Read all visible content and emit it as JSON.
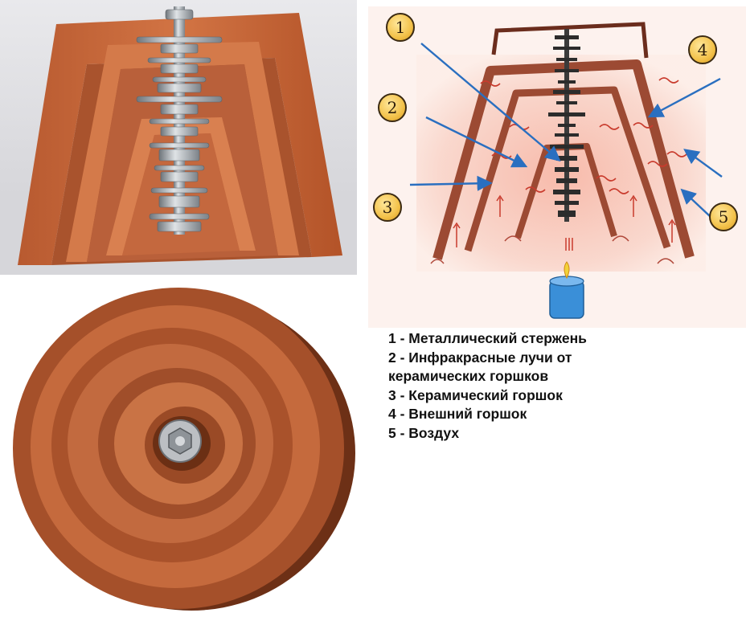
{
  "figure": {
    "photos": [
      {
        "name": "cross-section-photo",
        "subject": "terracotta pots cut in half with threaded rod, nuts and washers"
      },
      {
        "name": "top-view-photo",
        "subject": "nested terracotta pots seen from above with bolt in centre"
      }
    ],
    "diagram": {
      "markers": [
        "1",
        "2",
        "3",
        "4",
        "5"
      ]
    },
    "legend": [
      "1 - Металлический стержень",
      "2 - Инфракрасные лучи от",
      "керамических горшков",
      "3 - Керамический горшок",
      "4 - Внешний горшок",
      "5 - Воздух"
    ]
  },
  "colors": {
    "terracotta": "#c8683a",
    "terracotta_dark": "#9a4a24",
    "diagram_pot": "#9c4a33",
    "diagram_glow": "#f6c6b8",
    "arrow_blue": "#2a6fc0",
    "metal": "#9ea4aa",
    "candle_blue": "#3a8fd8",
    "marker_gold": "#f3c24b"
  }
}
